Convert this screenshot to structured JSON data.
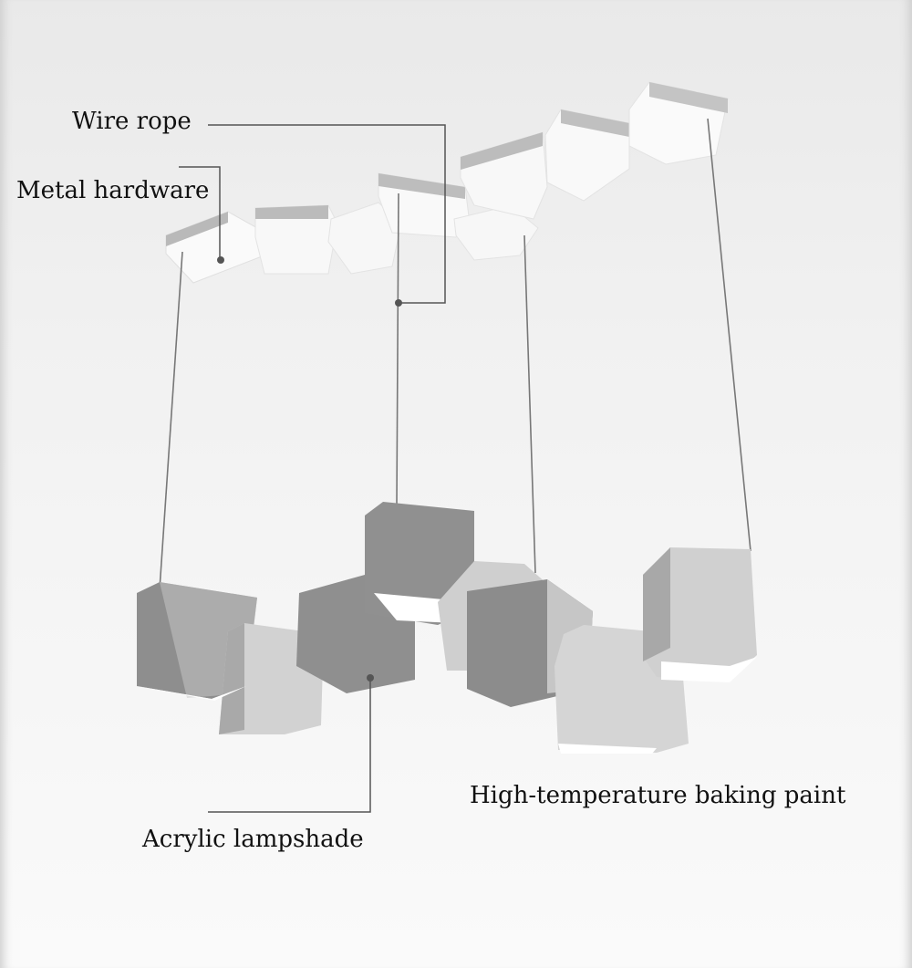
{
  "labels": {
    "wire_rope": "Wire rope",
    "metal_hardware": "Metal hardware",
    "acrylic_lampshade": "Acrylic lampshade",
    "baking_paint": "High-temperature baking paint"
  },
  "colors": {
    "callout_line": "#555555",
    "dark_face": "#8c8c8c",
    "light_face": "#d6d6d6",
    "glow": "#ffffff"
  }
}
